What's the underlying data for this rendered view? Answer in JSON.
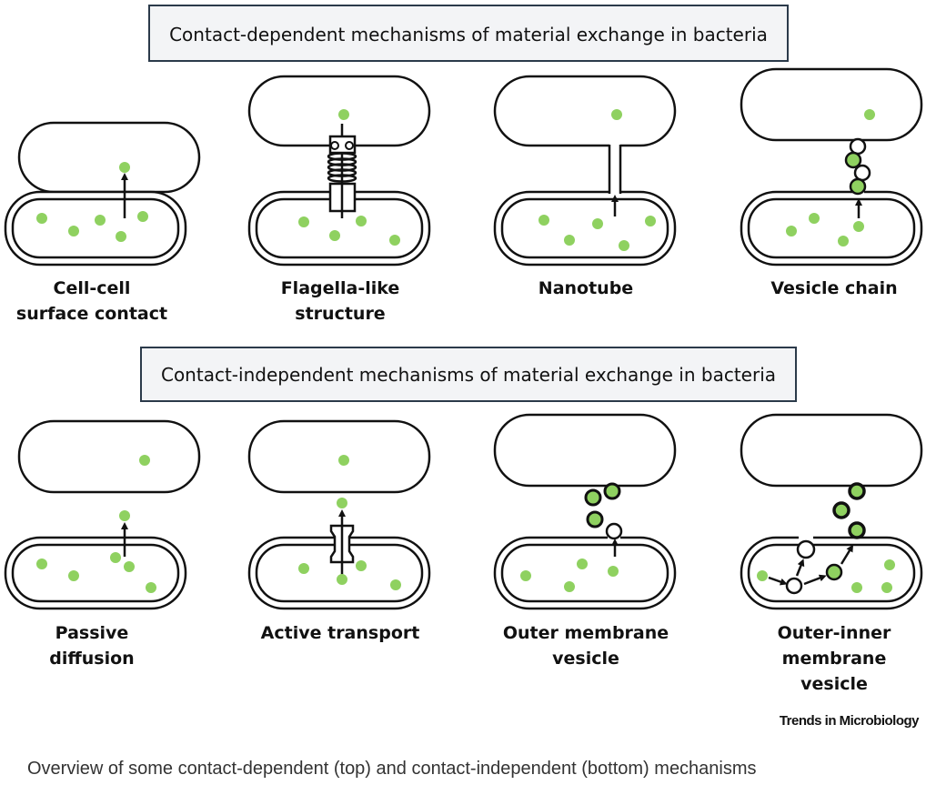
{
  "banners": {
    "top": "Contact-dependent mechanisms of material exchange in bacteria",
    "bottom": "Contact-independent mechanisms of material exchange in bacteria"
  },
  "top_labels": [
    [
      "Cell-cell",
      "surface contact"
    ],
    [
      "Flagella-like",
      "structure"
    ],
    [
      "Nanotube"
    ],
    [
      "Vesicle chain"
    ]
  ],
  "bottom_labels": [
    [
      "Passive",
      "diffusion"
    ],
    [
      "Active transport"
    ],
    [
      "Outer membrane",
      "vesicle"
    ],
    [
      "Outer-inner",
      "membrane",
      "vesicle"
    ]
  ],
  "credit": "Trends in Microbiology",
  "caption": "Overview of some contact-dependent (top) and contact-independent (bottom) mechanisms",
  "colors": {
    "molecule": "#8fd160",
    "outline": "#111111",
    "banner_fill": "#f3f4f6",
    "banner_border": "#2b3a4a"
  }
}
